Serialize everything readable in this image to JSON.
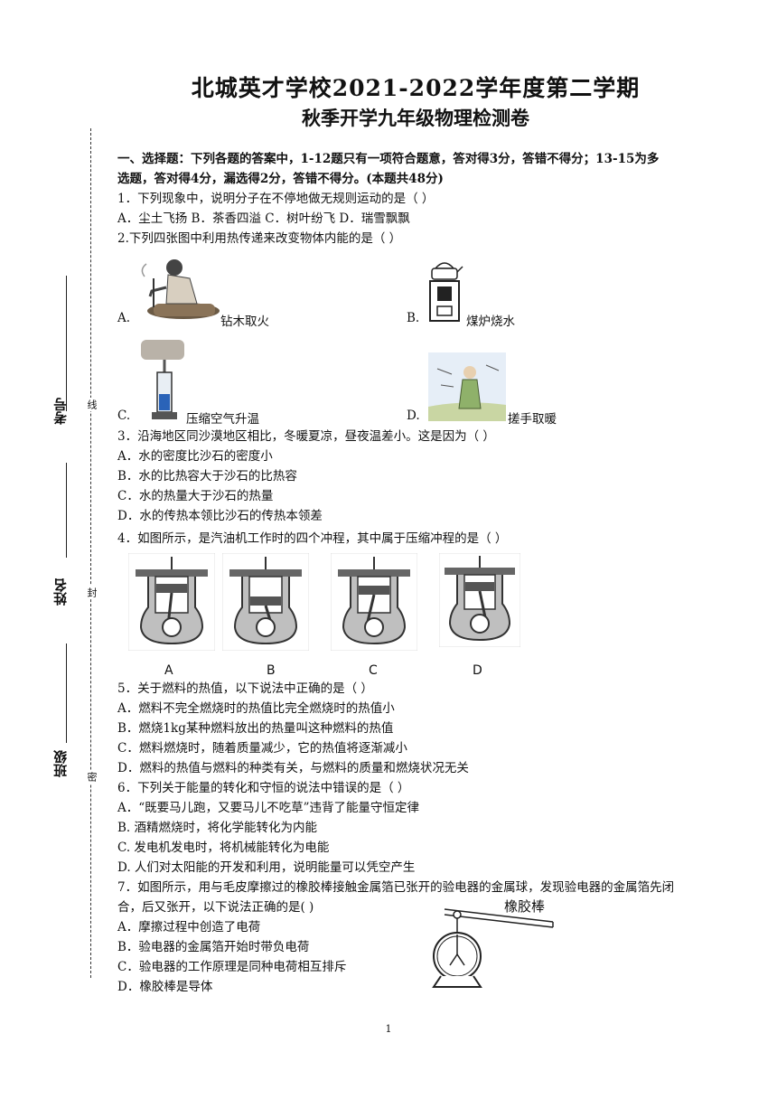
{
  "header": {
    "title": "北城英才学校2021-2022学年度第二学期",
    "subtitle": "秋季开学九年级物理检测卷"
  },
  "binding": {
    "labels": {
      "kaohao": "考号",
      "xingming": "姓名",
      "banji": "班级"
    },
    "seal": {
      "xian": "线",
      "feng": "封",
      "mi": "密"
    }
  },
  "section1": {
    "line1": "一、选择题：下列各题的答案中，1-12题只有一项符合题意，答对得3分，答错不得分；13-15为多",
    "line2": "选题，答对得4分，漏选得2分，答错不得分。(本题共48分)"
  },
  "q1": {
    "stem": "1．下列现象中，说明分子在不停地做无规则运动的是（          ）",
    "options": "A．尘土飞扬 B．茶香四溢 C．树叶纷飞 D．瑞雪飘飘"
  },
  "q2": {
    "stem": "2.下列四张图中利用热传递来改变物体内能的是（          ）",
    "a_letter": "A.",
    "a_caption": "钻木取火",
    "b_letter": "B.",
    "b_caption": "煤炉烧水",
    "c_letter": "C.",
    "c_caption": "压缩空气升温",
    "d_letter": "D.",
    "d_caption": "搓手取暖"
  },
  "q3": {
    "stem": "3．沿海地区同沙漠地区相比，冬暖夏凉，昼夜温差小。这是因为（   ）",
    "a": "A．水的密度比沙石的密度小",
    "b": "B．水的比热容大于沙石的比热容",
    "c": "C．水的热量大于沙石的热量",
    "d": "D．水的传热本领比沙石的传热本领差"
  },
  "q4": {
    "stem": "4．如图所示，是汽油机工作时的四个冲程，其中属于压缩冲程的是（                ）",
    "labels": [
      "A",
      "B",
      "C",
      "D"
    ]
  },
  "q5": {
    "stem": "5．关于燃料的热值，以下说法中正确的是（          ）",
    "a": "A．燃料不完全燃烧时的热值比完全燃烧时的热值小",
    "b": "B．燃烧1kg某种燃料放出的热量叫这种燃料的热值",
    "c": "C．燃料燃烧时，随着质量减少，它的热值将逐渐减小",
    "d": "D．燃料的热值与燃料的种类有关，与燃料的质量和燃烧状况无关"
  },
  "q6": {
    "stem": "6．下列关于能量的转化和守恒的说法中错误的是（        ）",
    "a": "A．“既要马儿跑，又要马儿不吃草”违背了能量守恒定律",
    "b": "B.   酒精燃烧时，将化学能转化为内能",
    "c": "C.   发电机发电时，将机械能转化为电能",
    "d": "D.   人们对太阳能的开发和利用，说明能量可以凭空产生"
  },
  "q7": {
    "stem1": "7．如图所示，用与毛皮摩擦过的橡胶棒接触金属箔已张开的验电器的金属球，发现验电器的金属箔先闭",
    "stem2": "合，后又张开，以下说法正确的是(            )",
    "a": "A．摩擦过程中创造了电荷",
    "b": "B．验电器的金属箔开始时带负电荷",
    "c": "C．验电器的工作原理是同种电荷相互排斥",
    "d": "D．橡胶棒是导体",
    "fig_label": "橡胶棒"
  },
  "footer": {
    "page": "1"
  }
}
